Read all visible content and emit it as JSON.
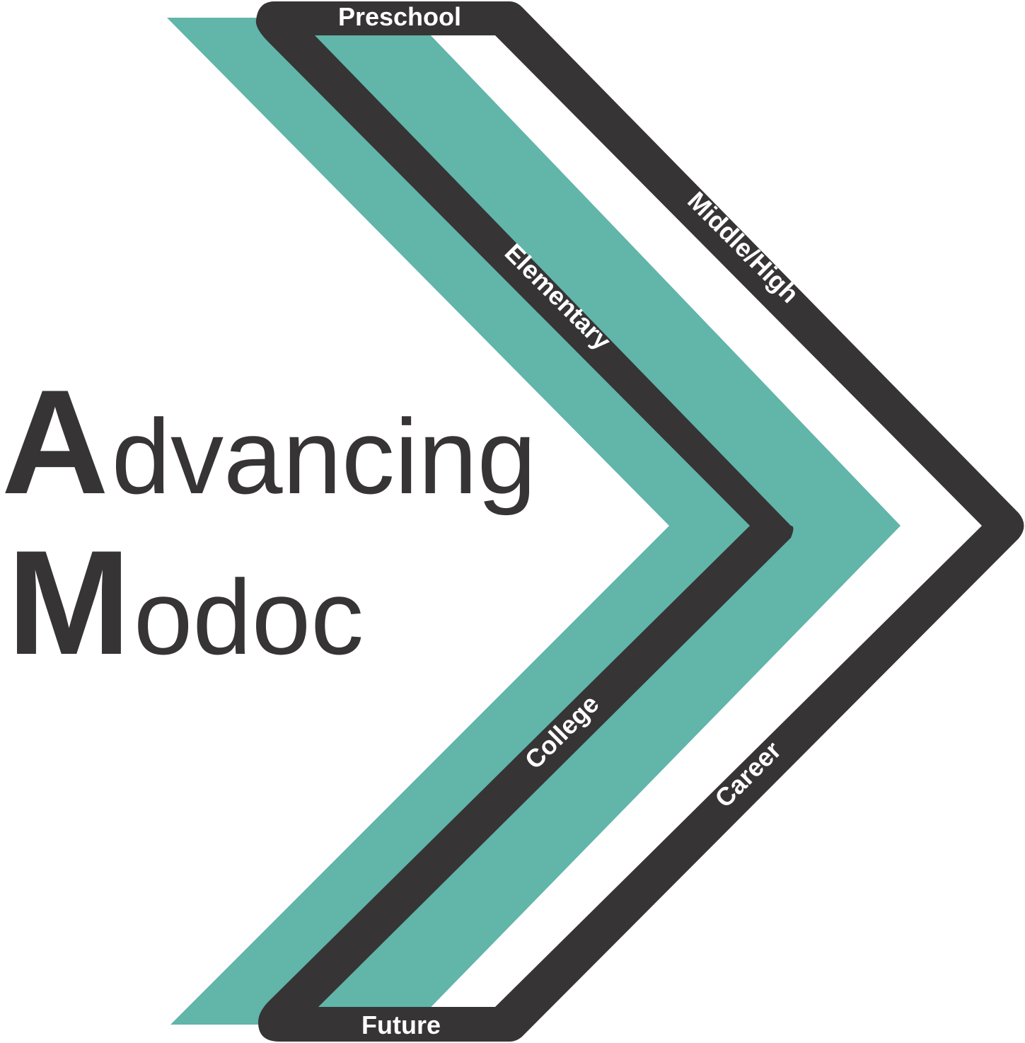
{
  "logo": {
    "title_line1_initial": "A",
    "title_line1_rest": "dvancing",
    "title_line2_initial": "M",
    "title_line2_rest": "odoc",
    "colors": {
      "teal": "#61b5a9",
      "dark": "#363435",
      "background": "#ffffff",
      "label_text": "#ffffff"
    }
  },
  "path_labels": {
    "top": "Preschool",
    "inner_upper": "Elementary",
    "outer_upper": "Middle/High",
    "inner_lower": "College",
    "outer_lower": "Career",
    "bottom": "Future"
  }
}
